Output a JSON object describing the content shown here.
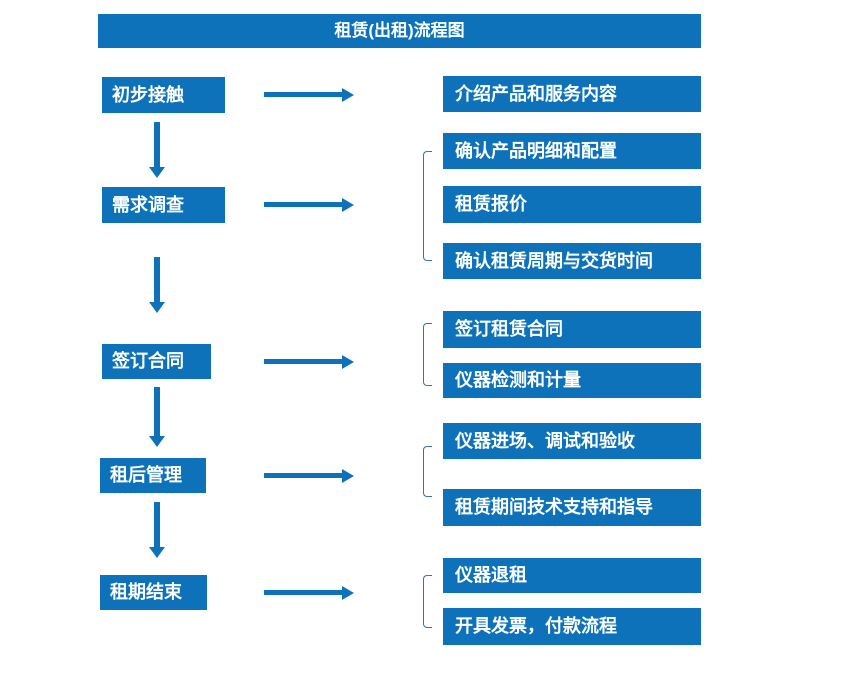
{
  "colors": {
    "primary": "#0d72b9",
    "bracket": "#2e74b5",
    "text": "#ffffff",
    "background": "#ffffff"
  },
  "title": "租赁(出租)流程图",
  "flow": {
    "steps": [
      {
        "label": "初步接触",
        "details": [
          "介绍产品和服务内容"
        ]
      },
      {
        "label": "需求调查",
        "details": [
          "确认产品明细和配置",
          "租赁报价",
          "确认租赁周期与交货时间"
        ]
      },
      {
        "label": "签订合同",
        "details": [
          "签订租赁合同",
          "仪器检测和计量"
        ]
      },
      {
        "label": "租后管理",
        "details": [
          "仪器进场、调试和验收",
          "租赁期间技术支持和指导"
        ]
      },
      {
        "label": "租期结束",
        "details": [
          "仪器退租",
          "开具发票，付款流程"
        ]
      }
    ]
  }
}
